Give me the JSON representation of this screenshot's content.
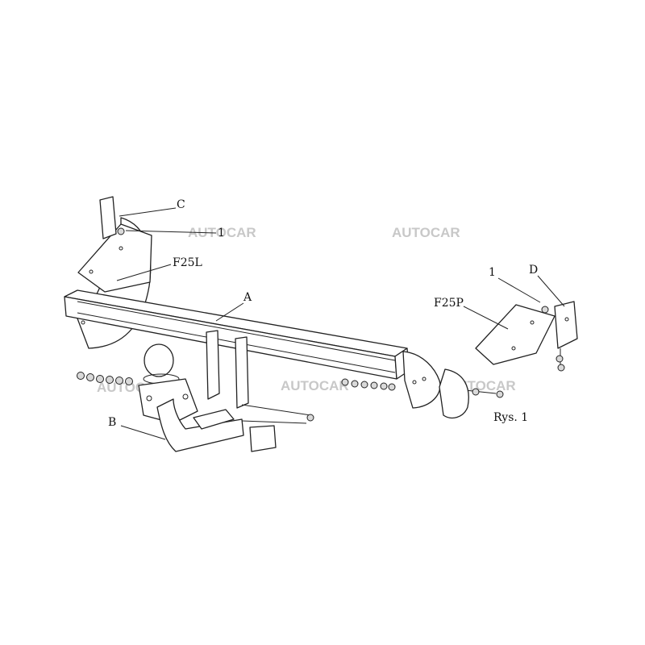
{
  "labels": {
    "C": "C",
    "one_left": "1",
    "F25L": "F25L",
    "A": "A",
    "B": "B",
    "F25P": "F25P",
    "one_right": "1",
    "D": "D",
    "rys": "Rys. 1"
  },
  "watermarks": [
    "AUTOCAR",
    "AUTOCAR",
    "AUTOCAR",
    "AUTOCAR",
    "AUTOCAR"
  ],
  "colors": {
    "line": "#222222",
    "watermark": "#c8c8c8",
    "background": "#ffffff"
  }
}
